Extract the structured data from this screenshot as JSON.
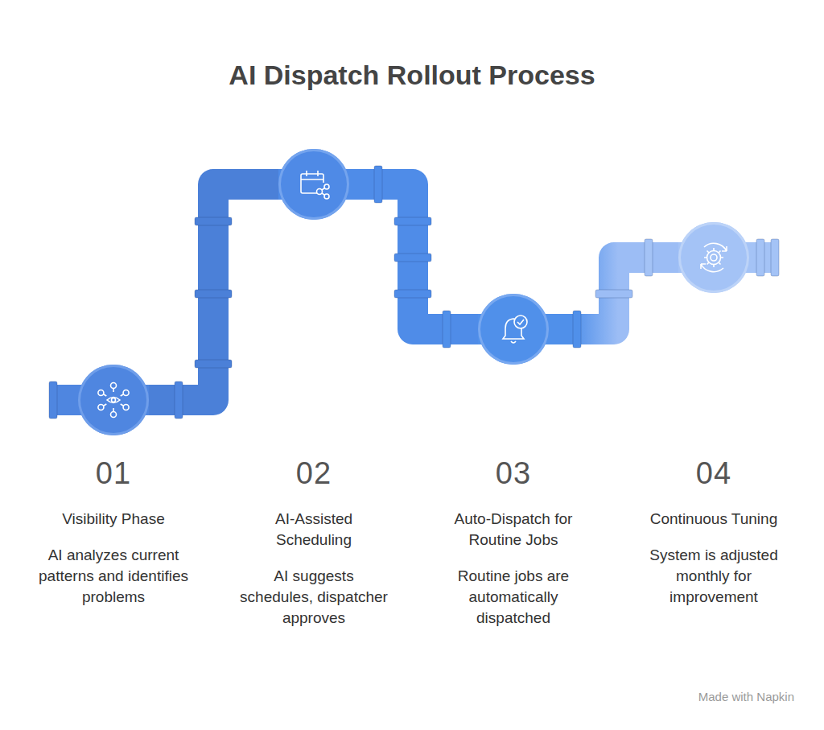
{
  "diagram": {
    "title": "AI Dispatch Rollout Process",
    "nodes": [
      {
        "text": [
          "01",
          "Visibility Phase",
          "AI analyzes current patterns and identifies problems"
        ]
      },
      {
        "text": [
          "02",
          "AI-Assisted Scheduling",
          "AI suggests schedules, dispatcher approves"
        ]
      },
      {
        "text": [
          "03",
          "Auto-Dispatch for Routine Jobs",
          "Routine jobs are automatically dispatched"
        ]
      },
      {
        "text": [
          "04",
          "Continuous Tuning",
          "System is adjusted monthly for improvement"
        ]
      }
    ],
    "edges": [
      {
        "from": 0,
        "to": 1,
        "arrow": "none"
      },
      {
        "from": 1,
        "to": 2,
        "arrow": "none"
      },
      {
        "from": 2,
        "to": 3,
        "arrow": "none"
      }
    ],
    "labels": [
      "Made with Napkin"
    ]
  }
}
